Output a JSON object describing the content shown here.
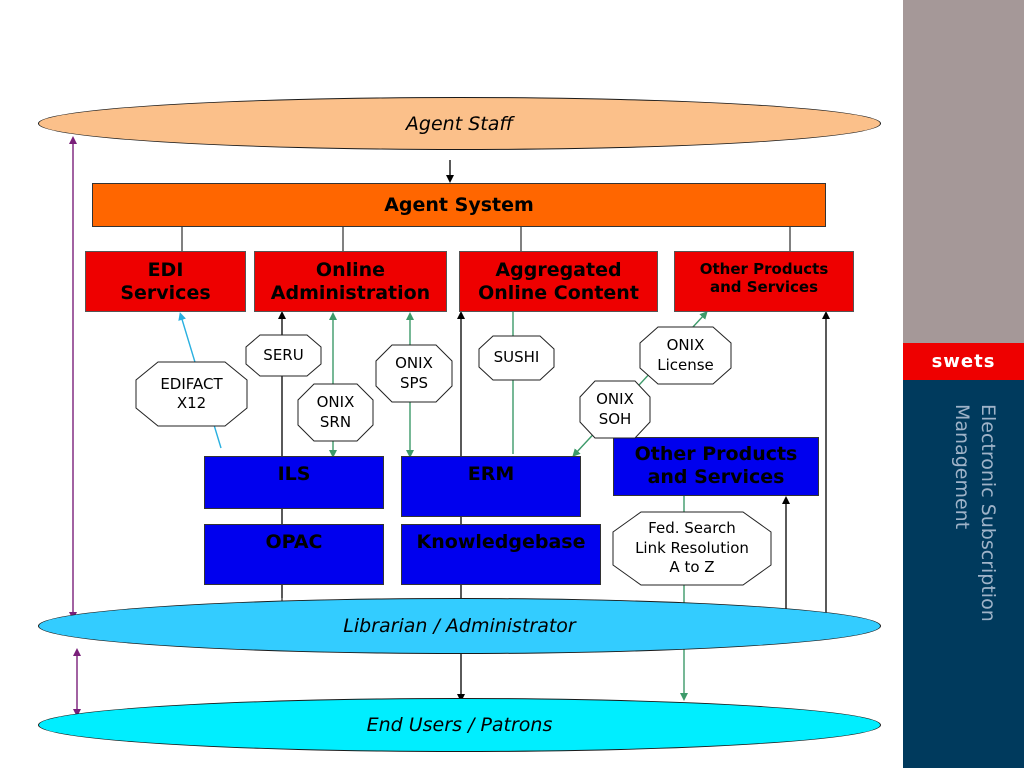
{
  "ellipses": {
    "agent_staff": "Agent Staff",
    "librarian": "Librarian / Administrator",
    "end_users": "End Users / Patrons"
  },
  "agent_system": "Agent System",
  "red_boxes": {
    "edi": [
      "EDI",
      "Services"
    ],
    "online_admin": [
      "Online",
      "Administration"
    ],
    "aggregated": [
      "Aggregated",
      "Online Content"
    ],
    "other": [
      "Other Products",
      "and Services"
    ]
  },
  "blue_boxes": {
    "ils": "ILS",
    "opac": "OPAC",
    "erm": "ERM",
    "knowledgebase": "Knowledgebase",
    "other": [
      "Other Products",
      "and Services"
    ]
  },
  "standards": {
    "edifact": [
      "EDIFACT",
      "X12"
    ],
    "seru": [
      "SERU"
    ],
    "onix_srn": [
      "ONIX",
      "SRN"
    ],
    "onix_sps": [
      "ONIX",
      "SPS"
    ],
    "sushi": [
      "SUSHI"
    ],
    "onix_soh": [
      "ONIX",
      "SOH"
    ],
    "onix_license": [
      "ONIX",
      "License"
    ],
    "fed_search": [
      "Fed. Search",
      "Link Resolution",
      "A to Z"
    ]
  },
  "sidebar": {
    "logo": "swets",
    "title": [
      "Electronic Subscription",
      "Management"
    ]
  },
  "colors": {
    "agent_staff": "#fbc08a",
    "agent_system": "#ff6600",
    "red": "#ee0000",
    "blue": "#0000ee",
    "librarian": "#33ccff",
    "end_users": "#00eeff",
    "green_arrow": "#3d9a6a",
    "purple_arrow": "#7a1f7a",
    "cyan_arrow": "#2ab0e0"
  }
}
